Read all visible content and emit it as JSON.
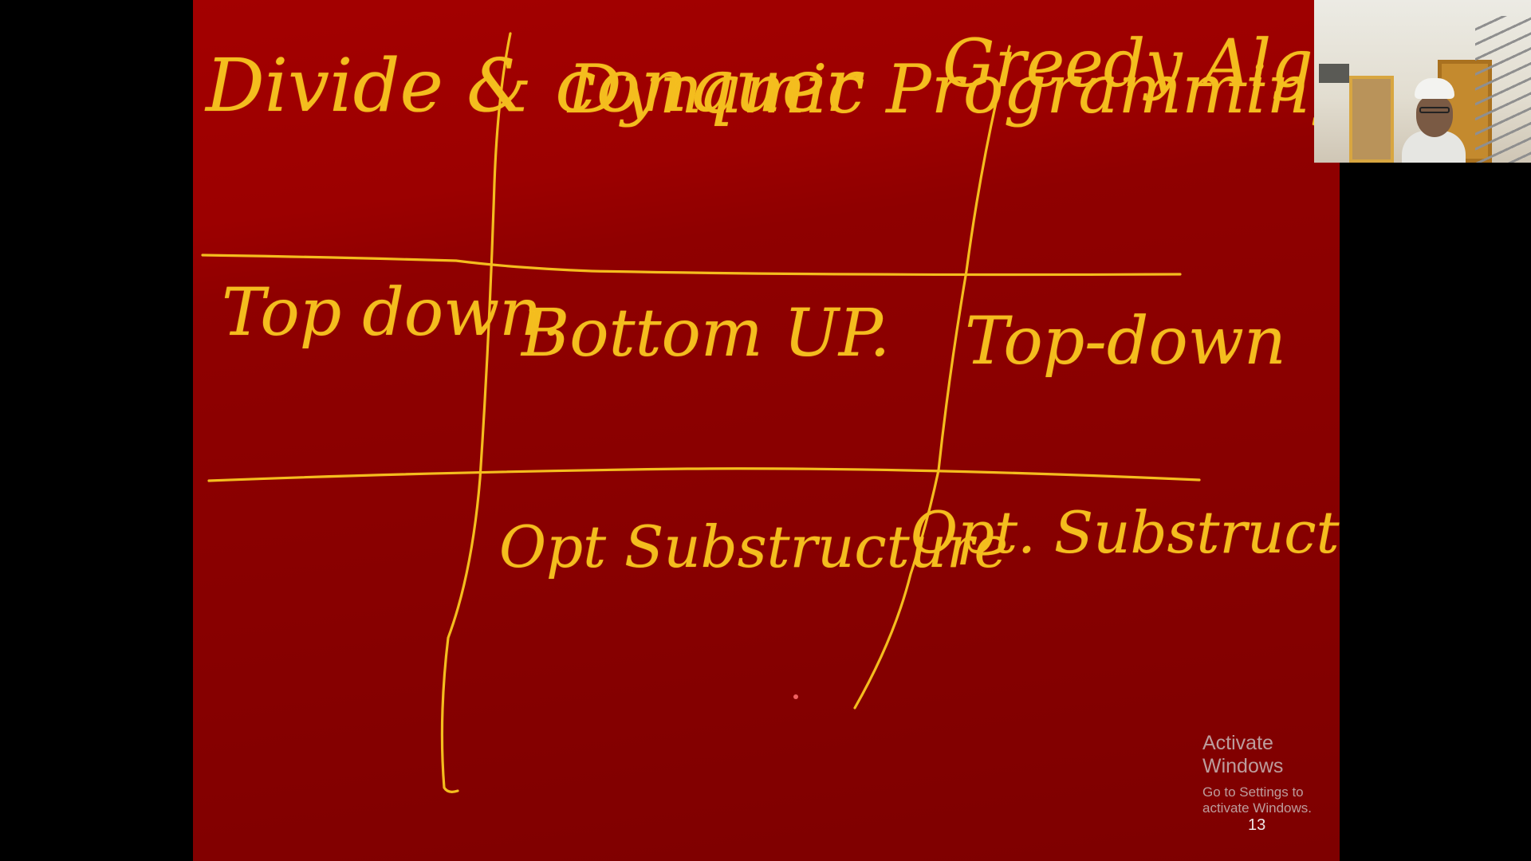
{
  "slide": {
    "columns": [
      {
        "header": "Divide & conquer",
        "approach": "Top down.",
        "property": ""
      },
      {
        "header": "Dynamic Programming",
        "approach": "Bottom UP.",
        "property": "Opt Substructure"
      },
      {
        "header": "Greedy Algorithm",
        "approach": "Top-down",
        "property": "Opt. Substructure"
      }
    ],
    "page_number": "13"
  },
  "overlay": {
    "activate_title": "Activate Windows",
    "activate_subtitle": "Go to Settings to activate Windows."
  },
  "colors": {
    "slide_background": "#8f0000",
    "ink": "#f4bd1e",
    "outer_background": "#000000"
  },
  "icons": {
    "webcam": "webcam-feed"
  }
}
